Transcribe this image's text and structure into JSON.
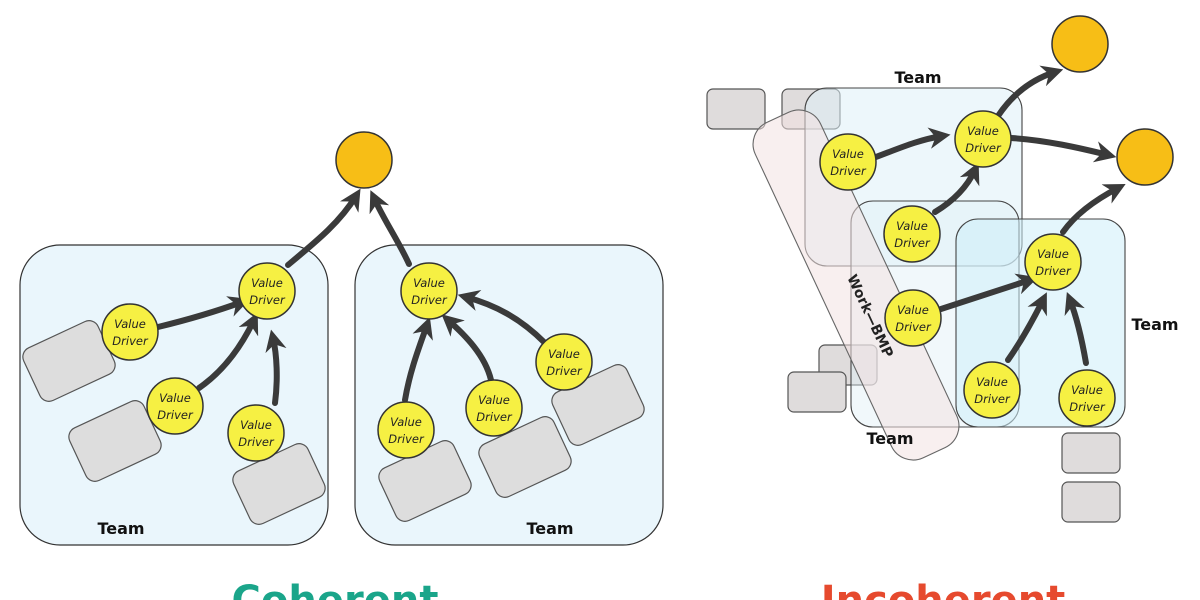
{
  "colors": {
    "team_fill": "#eaf6fc",
    "team_stroke": "#333333",
    "card_fill": "#dddddd",
    "card_stroke": "#555555",
    "value_driver_fill": "#f6f043",
    "outcome_fill": "#f7be16",
    "arrow": "#3a3a3a",
    "coherent": "#1aa58a",
    "incoherent": "#e64a2e",
    "work_band_fill": "#f3e1e1"
  },
  "value_driver": {
    "line1": "Value",
    "line2": "Driver"
  },
  "coherent": {
    "caption": "Coherent",
    "teams": [
      {
        "label": "Team"
      },
      {
        "label": "Team"
      }
    ]
  },
  "incoherent": {
    "caption": "Incoherent",
    "teams": [
      {
        "label": "Team"
      },
      {
        "label": "Team"
      },
      {
        "label": "Team"
      }
    ],
    "work_label": "Work—BMP"
  }
}
